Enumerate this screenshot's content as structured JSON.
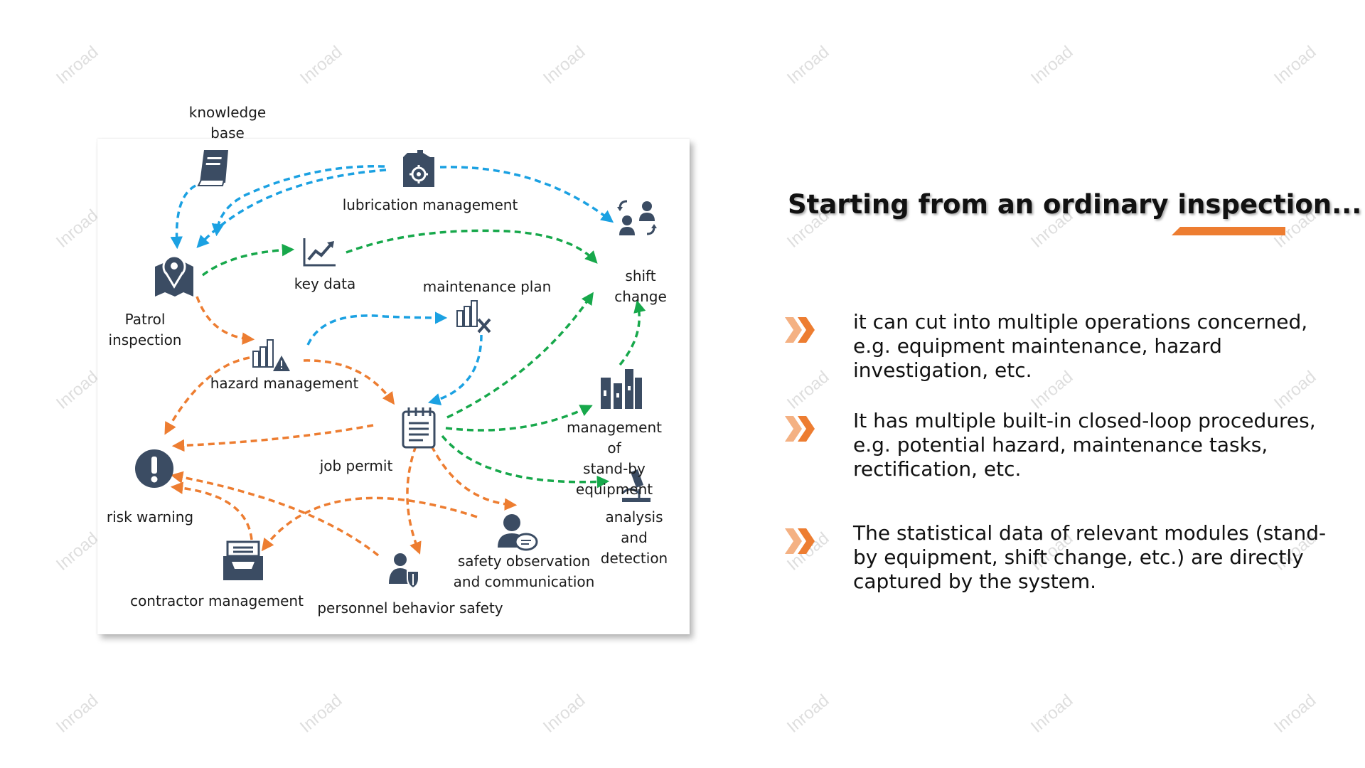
{
  "watermark": "Inroad",
  "slide_title": "Starting from an ordinary inspection...",
  "colors": {
    "accent_orange": "#ed7d31",
    "flow_blue": "#1ba1e2",
    "flow_green": "#17a84b",
    "flow_orange": "#ed7d31",
    "icon_navy": "#3b4c63"
  },
  "diagram": {
    "nodes": [
      {
        "id": "knowledge_base",
        "label": "knowledge\nbase",
        "icon": "book-icon"
      },
      {
        "id": "lubrication_management",
        "label": "lubrication management",
        "icon": "oil-can-gear-icon"
      },
      {
        "id": "shift_change",
        "label": "shift\nchange",
        "icon": "people-exchange-icon"
      },
      {
        "id": "patrol_inspection",
        "label": "Patrol\ninspection",
        "icon": "map-pin-icon"
      },
      {
        "id": "key_data",
        "label": "key data",
        "icon": "line-chart-icon"
      },
      {
        "id": "maintenance_plan",
        "label": "maintenance plan",
        "icon": "factory-wrench-icon"
      },
      {
        "id": "hazard_management",
        "label": "hazard management",
        "icon": "factory-warning-icon"
      },
      {
        "id": "management_standby",
        "label": "management of\nstand-by equipment",
        "icon": "factory-icon"
      },
      {
        "id": "job_permit",
        "label": "job permit",
        "icon": "notepad-icon"
      },
      {
        "id": "risk_warning",
        "label": "risk warning",
        "icon": "exclamation-circle-icon"
      },
      {
        "id": "analysis_detection",
        "label": "analysis and\ndetection",
        "icon": "microscope-icon"
      },
      {
        "id": "safety_observation",
        "label": "safety observation\nand communication",
        "icon": "person-chat-icon"
      },
      {
        "id": "contractor_management",
        "label": "contractor management",
        "icon": "inbox-tray-icon"
      },
      {
        "id": "personnel_behavior_safety",
        "label": "personnel behavior safety",
        "icon": "person-shield-icon"
      }
    ],
    "flows": [
      {
        "from": "lubrication_management",
        "to": "knowledge_base",
        "color": "blue"
      },
      {
        "from": "lubrication_management",
        "to": "shift_change",
        "color": "blue"
      },
      {
        "from": "knowledge_base",
        "to": "patrol_inspection",
        "color": "blue"
      },
      {
        "from": "lubrication_management",
        "to": "patrol_inspection",
        "color": "blue"
      },
      {
        "from": "patrol_inspection",
        "to": "key_data",
        "color": "green"
      },
      {
        "from": "key_data",
        "to": "shift_change",
        "color": "green"
      },
      {
        "from": "patrol_inspection",
        "to": "hazard_management",
        "color": "orange"
      },
      {
        "from": "hazard_management",
        "to": "maintenance_plan",
        "color": "blue"
      },
      {
        "from": "maintenance_plan",
        "to": "job_permit",
        "color": "blue"
      },
      {
        "from": "hazard_management",
        "to": "job_permit",
        "color": "orange"
      },
      {
        "from": "hazard_management",
        "to": "risk_warning",
        "color": "orange"
      },
      {
        "from": "job_permit",
        "to": "risk_warning",
        "color": "orange"
      },
      {
        "from": "job_permit",
        "to": "shift_change",
        "color": "green"
      },
      {
        "from": "job_permit",
        "to": "management_standby",
        "color": "green"
      },
      {
        "from": "management_standby",
        "to": "shift_change",
        "color": "green"
      },
      {
        "from": "job_permit",
        "to": "analysis_detection",
        "color": "green"
      },
      {
        "from": "job_permit",
        "to": "safety_observation",
        "color": "orange"
      },
      {
        "from": "job_permit",
        "to": "personnel_behavior_safety",
        "color": "orange"
      },
      {
        "from": "safety_observation",
        "to": "contractor_management",
        "color": "orange"
      },
      {
        "from": "personnel_behavior_safety",
        "to": "risk_warning",
        "color": "orange"
      },
      {
        "from": "contractor_management",
        "to": "risk_warning",
        "color": "orange"
      }
    ]
  },
  "bullets": [
    {
      "text": "it can cut into multiple operations concerned, e.g. equipment maintenance, hazard investigation, etc."
    },
    {
      "text": "It has multiple built-in closed-loop procedures, e.g. potential hazard, maintenance tasks, rectification, etc."
    },
    {
      "text": "The statistical data of relevant modules (stand-by equipment, shift change, etc.) are directly captured by the system."
    }
  ]
}
